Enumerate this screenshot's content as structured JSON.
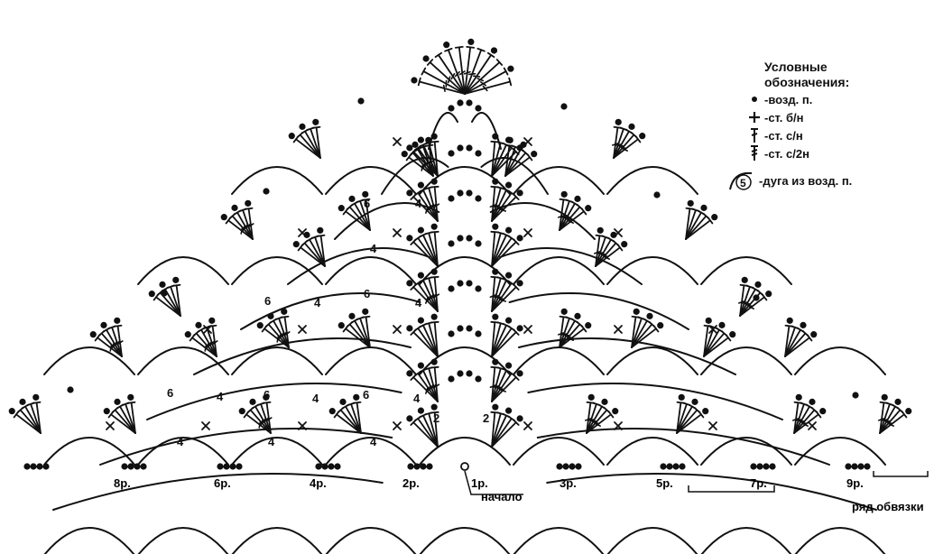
{
  "legend": {
    "title_line1": "Условные",
    "title_line2": "обозначения:",
    "items": [
      {
        "icon": "chain-dot-icon",
        "label": "-возд. п."
      },
      {
        "icon": "single-crochet-cross-icon",
        "label": "-ст. б/н"
      },
      {
        "icon": "double-crochet-icon",
        "label": "-ст. с/н"
      },
      {
        "icon": "treble-crochet-icon",
        "label": "-ст. с/2н"
      },
      {
        "icon": "chain-arc-icon",
        "arc_number": "5",
        "label": "-дуга из возд. п."
      }
    ]
  },
  "row_labels": {
    "r1": "1р.",
    "r2": "2р.",
    "r3": "3р.",
    "r4": "4р.",
    "r5": "5р.",
    "r6": "6р.",
    "r7": "7р.",
    "r8": "8р.",
    "r9": "9р.",
    "start": "начало",
    "edging": "ряд обвязки"
  },
  "arc_numbers": {
    "two": "2",
    "four": "4",
    "six": "6"
  }
}
